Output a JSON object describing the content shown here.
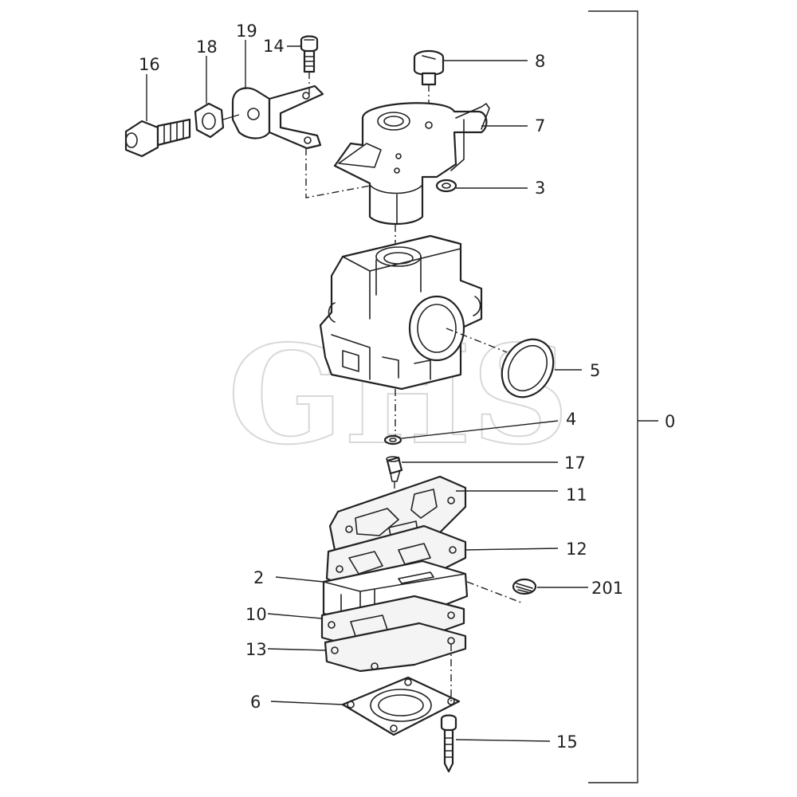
{
  "watermark": "GHS",
  "callouts": [
    {
      "id": "16",
      "label": "16"
    },
    {
      "id": "18",
      "label": "18"
    },
    {
      "id": "19",
      "label": "19"
    },
    {
      "id": "14",
      "label": "14"
    },
    {
      "id": "8",
      "label": "8"
    },
    {
      "id": "7",
      "label": "7"
    },
    {
      "id": "3",
      "label": "3"
    },
    {
      "id": "5",
      "label": "5"
    },
    {
      "id": "4",
      "label": "4"
    },
    {
      "id": "17",
      "label": "17"
    },
    {
      "id": "11",
      "label": "11"
    },
    {
      "id": "12",
      "label": "12"
    },
    {
      "id": "2",
      "label": "2"
    },
    {
      "id": "201",
      "label": "201"
    },
    {
      "id": "10",
      "label": "10"
    },
    {
      "id": "13",
      "label": "13"
    },
    {
      "id": "6",
      "label": "6"
    },
    {
      "id": "15",
      "label": "15"
    },
    {
      "id": "0",
      "label": "0"
    }
  ]
}
